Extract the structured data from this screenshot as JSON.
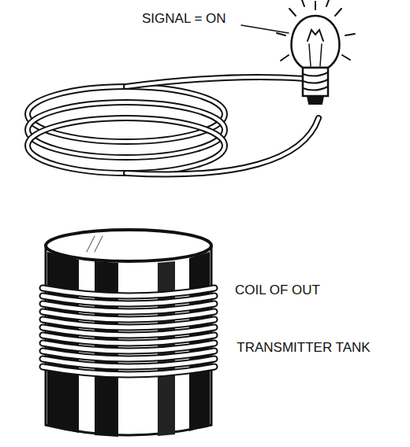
{
  "diagram": {
    "labels": [
      "SIGNAL = ON",
      "COIL OF OUT",
      "TRANSMITTER TANK"
    ]
  }
}
